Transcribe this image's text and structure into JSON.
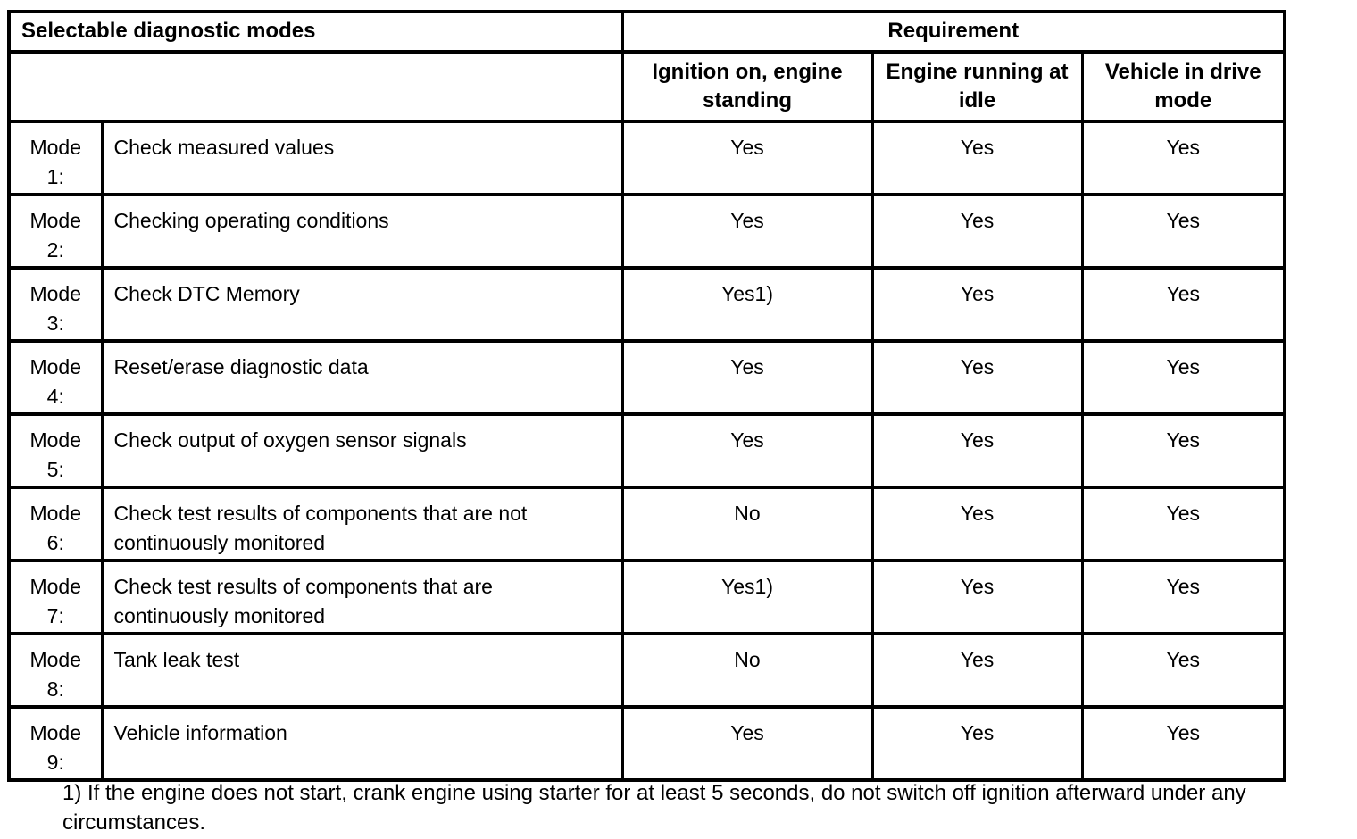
{
  "colors": {
    "background": "#ffffff",
    "border": "#000000",
    "text": "#000000"
  },
  "table": {
    "left_group_title": "Selectable diagnostic modes",
    "right_group_title": "Requirement",
    "columns": [
      "Ignition on, engine standing",
      "Engine running at idle",
      "Vehicle in drive mode"
    ],
    "rows": [
      {
        "mode_word": "Mode",
        "mode_num": "1:",
        "description": "Check measured values",
        "values": [
          "Yes",
          "Yes",
          "Yes"
        ]
      },
      {
        "mode_word": "Mode",
        "mode_num": "2:",
        "description": "Checking operating conditions",
        "values": [
          "Yes",
          "Yes",
          "Yes"
        ]
      },
      {
        "mode_word": "Mode",
        "mode_num": "3:",
        "description": "Check DTC Memory",
        "values": [
          "Yes1)",
          "Yes",
          "Yes"
        ]
      },
      {
        "mode_word": "Mode",
        "mode_num": "4:",
        "description": "Reset/erase diagnostic data",
        "values": [
          "Yes",
          "Yes",
          "Yes"
        ]
      },
      {
        "mode_word": "Mode",
        "mode_num": "5:",
        "description": "Check output of oxygen sensor signals",
        "values": [
          "Yes",
          "Yes",
          "Yes"
        ]
      },
      {
        "mode_word": "Mode",
        "mode_num": "6:",
        "description": "Check test results of components that are not continuously monitored",
        "values": [
          "No",
          "Yes",
          "Yes"
        ]
      },
      {
        "mode_word": "Mode",
        "mode_num": "7:",
        "description": "Check test results of components that are continuously monitored",
        "values": [
          "Yes1)",
          "Yes",
          "Yes"
        ]
      },
      {
        "mode_word": "Mode",
        "mode_num": "8:",
        "description": "Tank leak test",
        "values": [
          "No",
          "Yes",
          "Yes"
        ]
      },
      {
        "mode_word": "Mode",
        "mode_num": "9:",
        "description": "Vehicle information",
        "values": [
          "Yes",
          "Yes",
          "Yes"
        ]
      }
    ]
  },
  "footnote": "1) If the engine does not start, crank engine using starter for at least 5 seconds, do not switch off ignition afterward under any circumstances."
}
